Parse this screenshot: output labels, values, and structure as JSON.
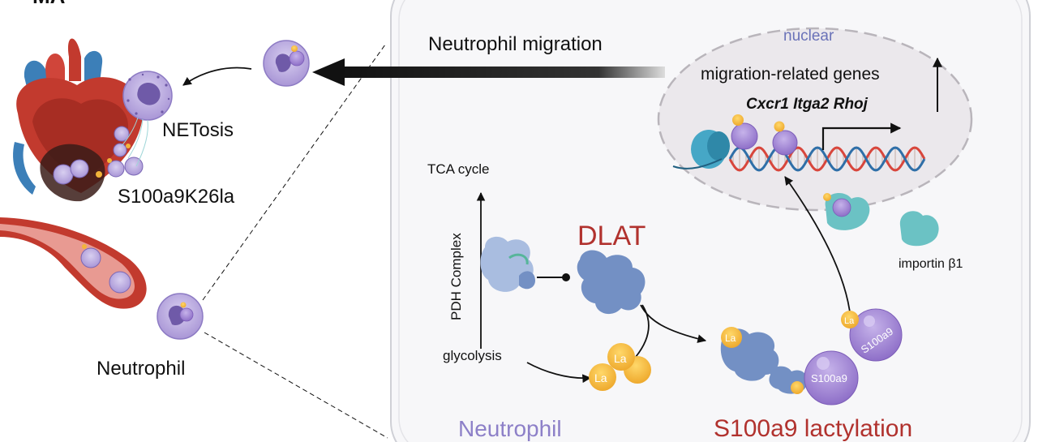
{
  "header": {
    "partial_title": "MA"
  },
  "left_panel": {
    "netosis_label": "NETosis",
    "marker_label": "S100a9K26la",
    "neutrophil_label": "Neutrophil"
  },
  "migration": {
    "arrow_label": "Neutrophil migration"
  },
  "nucleus": {
    "title": "nuclear",
    "genes_title": "migration-related genes",
    "genes_list": "Cxcr1 Itga2 Rhoj"
  },
  "cell": {
    "neutrophil_label": "Neutrophil",
    "tca_label": "TCA cycle",
    "pdh_label": "PDH Complex",
    "glycolysis_label": "glycolysis",
    "dlat_label": "DLAT",
    "importin_label": "importin β1",
    "lactylation_label": "S100a9 lactylation",
    "la_badge": "La",
    "s100a9_badge": "S100a9"
  },
  "colors": {
    "cell_border": "#cfd0d6",
    "cell_fill": "#f7f7f9",
    "nucleus_fill": "#ebe8ec",
    "nucleus_border": "#b9b5bb",
    "neutrophil_purple": "#9b87cf",
    "dlat_red": "#b1322e",
    "protein_blue": "#7390c4",
    "lactate_yellow": "#f2b43a",
    "importin_teal": "#6bc2c4",
    "dna_red": "#d8463c",
    "dna_blue": "#2f6fa8",
    "heart_red": "#c23a2e",
    "vessel_blue": "#3c7fb8"
  }
}
